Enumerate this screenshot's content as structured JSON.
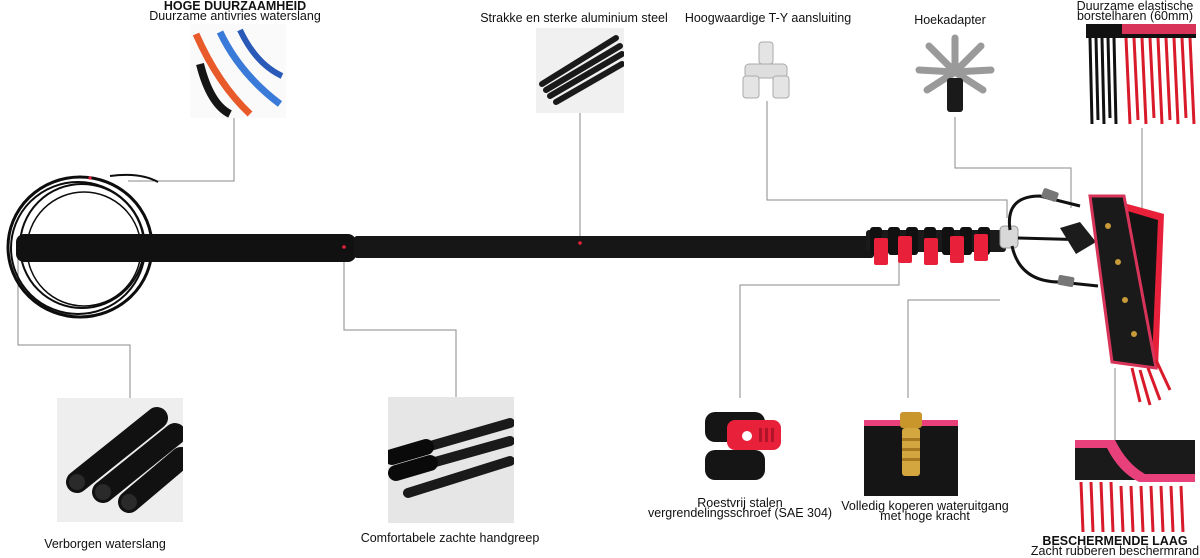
{
  "features": {
    "durability": {
      "title": "HOGE DUURZAAMHEID",
      "text": "Duurzame antivries waterslang",
      "thumb_icon": "water-hose-icon"
    },
    "aluminium": {
      "text": "Strakke en sterke aluminium steel",
      "thumb_icon": "aluminium-tubes-icon"
    },
    "ty_connector": {
      "text": "Hoogwaardige T-Y aansluiting",
      "thumb_icon": "ty-connector-icon"
    },
    "angle_adapter": {
      "text": "Hoekadapter",
      "thumb_icon": "angle-adapter-icon"
    },
    "bristles": {
      "line1": "Duurzame elastische",
      "line2": "borstelharen (60mm)",
      "thumb_icon": "bristles-icon"
    },
    "hidden_hose": {
      "text": "Verborgen waterslang",
      "thumb_icon": "foam-tubes-icon"
    },
    "soft_grip": {
      "text": "Comfortabele zachte handgreep",
      "thumb_icon": "soft-grip-icon"
    },
    "lock_screw": {
      "line1": "Roestvrij stalen",
      "line2": "vergrendelingsschroef (SAE 304)",
      "thumb_icon": "lock-clamp-icon"
    },
    "copper_outlet": {
      "line1": "Volledig koperen wateruitgang",
      "line2": "met hoge kracht",
      "thumb_icon": "copper-outlet-icon"
    },
    "protective_layer": {
      "title": "BESCHERMENDE LAAG",
      "text": "Zacht rubberen beschermrand",
      "thumb_icon": "rubber-edge-icon"
    }
  },
  "colors": {
    "pole": "#141414",
    "accent_red": "#e8203a",
    "brush_pink": "#d8345a",
    "bristle_red": "#d81a2a",
    "leader_line": "#8a8a8a"
  }
}
